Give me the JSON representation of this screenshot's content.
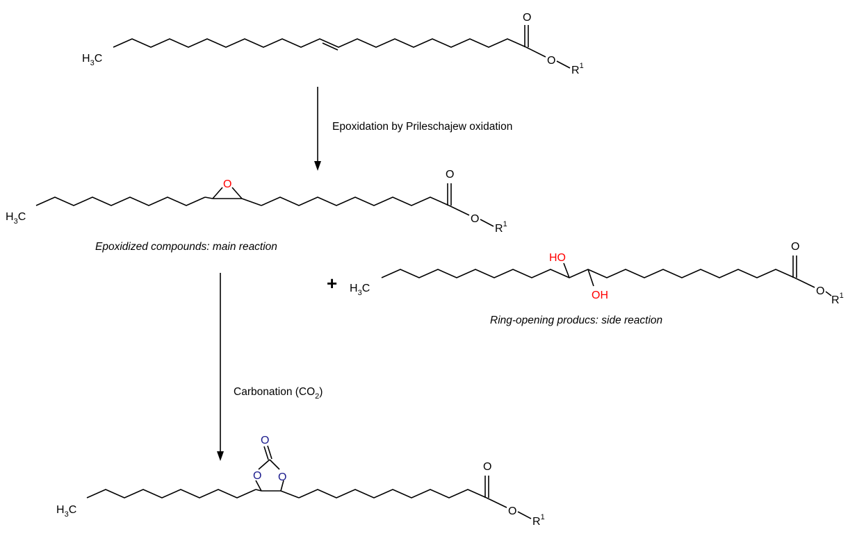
{
  "colors": {
    "bond": "#000000",
    "epoxide_oxygen": "#ff0000",
    "hydroxyl": "#ff0000",
    "carbonate_oxygen": "#1a1a8c",
    "text": "#000000"
  },
  "atoms": {
    "h": "H",
    "h_sub": "3",
    "c": "C",
    "o": "O",
    "r": "R",
    "r_sup": "1",
    "ho": "HO",
    "oh": "OH"
  },
  "labels": {
    "step1": "Epoxidation by Prileschajew oxidation",
    "step2_main": "Carbonation (CO",
    "step2_sub": "2",
    "step2_end": ")",
    "plus": "+",
    "main_product": "Epoxidized compounds: main reaction",
    "side_product": "Ring-opening producs: side reaction"
  }
}
